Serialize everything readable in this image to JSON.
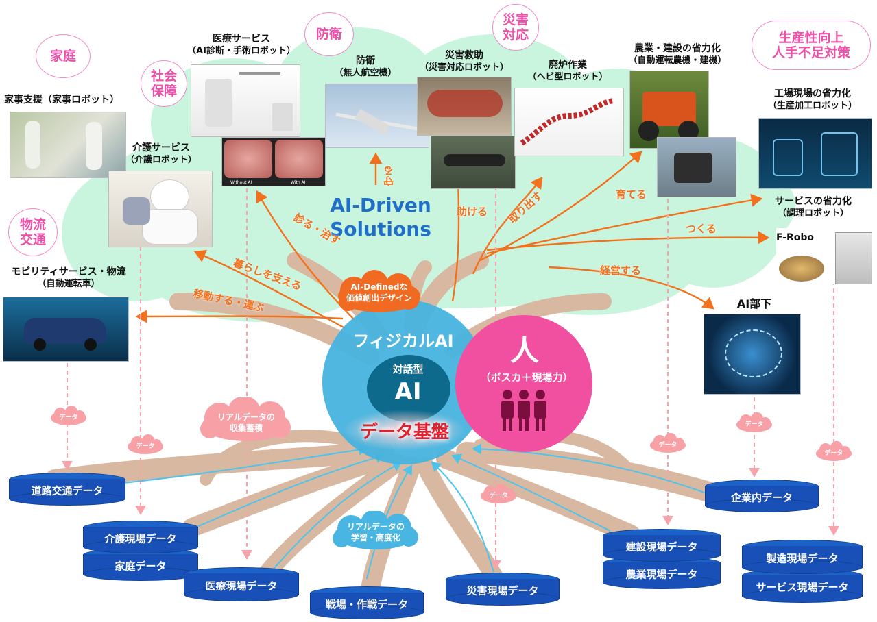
{
  "center": {
    "physical_ai": "フィジカルAI",
    "dialog_ai_line1": "対話型",
    "dialog_ai_line2": "AI",
    "human_big": "人",
    "human_sub": "（ボスカ＋現場力）",
    "data_base": "データ基盤",
    "ai_driven_line1": "AI-Driven",
    "ai_driven_line2": "Solutions",
    "ai_defined_line1": "AI-Definedな",
    "ai_defined_line2": "価値創出デザイン"
  },
  "tags": {
    "home": "家庭",
    "social": "社会\n保障",
    "defense": "防衛",
    "disaster": "災害\n対応",
    "productivity": "生産性向上\n人手不足対策",
    "logistics": "物流\n交通"
  },
  "headings": {
    "housework": {
      "title": "家事支援（家事ロボット）"
    },
    "care": {
      "title": "介護サービス",
      "sub": "（介護ロボット）"
    },
    "medical": {
      "title": "医療サービス",
      "sub": "（AI診断・手術ロボット）"
    },
    "defense": {
      "title": "防衛",
      "sub": "（無人航空機）"
    },
    "rescue": {
      "title": "災害救助",
      "sub": "（災害対応ロボット）"
    },
    "decommission": {
      "title": "廃炉作業",
      "sub": "（ヘビ型ロボット）"
    },
    "agri": {
      "title": "農業・建設の省力化",
      "sub": "（自動運転農機・建機）"
    },
    "factory": {
      "title": "工場現場の省力化",
      "sub": "（生産加工ロボット）"
    },
    "service": {
      "title": "サービスの省力化",
      "sub": "（調理ロボット）"
    },
    "mobility": {
      "title": "モビリティサービス・物流",
      "sub": "（自動運転車）"
    },
    "ai_staff": {
      "title": "AI部下"
    }
  },
  "photo_captions": {
    "without_ai": "Without AI",
    "with_ai": "With AI",
    "frobo": "F-Robo"
  },
  "arrow_labels": {
    "protect": "守る",
    "diagnose": "診る・治す",
    "support_life": "暮らしを支える",
    "move": "移動する・運ぶ",
    "help": "助ける",
    "extract": "取り出す",
    "grow": "育てる",
    "make": "つくる",
    "manage": "経営する"
  },
  "clouds": {
    "data_small": "データ",
    "collect_line1": "リアルデータの",
    "collect_line2": "収集蓄積",
    "learn_line1": "リアルデータの",
    "learn_line2": "学習・高度化"
  },
  "databases": {
    "road": "道路交通データ",
    "care": "介護現場データ",
    "home": "家庭データ",
    "medical": "医療現場データ",
    "battle": "戦場・作戦データ",
    "disaster": "災害現場データ",
    "construction": "建設現場データ",
    "farming": "農業現場データ",
    "enterprise": "企業内データ",
    "manufacturing": "製造現場データ",
    "service": "サービス現場データ"
  },
  "colors": {
    "canopy": "#c9f5df",
    "trunk": "#d8b8a0",
    "arrow": "#f2711c",
    "blue_circle": "#47b3df",
    "pink_circle": "#f0509f",
    "db_blue": "#1850b8",
    "pink_tag": "#ee4fa8",
    "cloud_pink": "#f7a0a6"
  }
}
